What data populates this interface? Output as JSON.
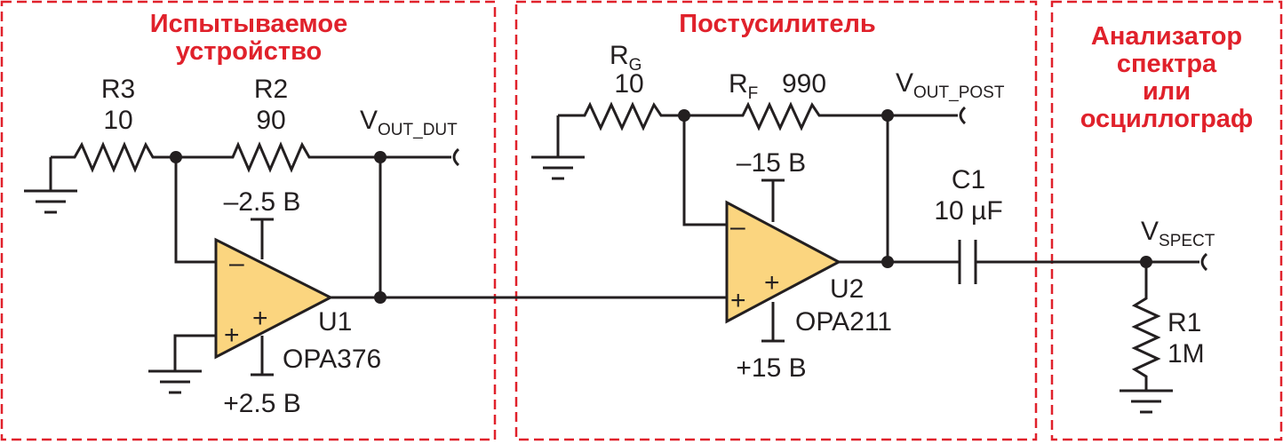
{
  "sections": {
    "dut": [
      "Испытываемое",
      "устройство"
    ],
    "post": [
      "Постусилитель"
    ],
    "analyzer": [
      "Анализатор",
      "спектра",
      "или",
      "осциллограф"
    ]
  },
  "dut": {
    "r3": {
      "name": "R3",
      "value": "10"
    },
    "r2": {
      "name": "R2",
      "value": "90"
    },
    "u1": {
      "name": "U1",
      "part": "OPA376",
      "vneg": "–2.5 В",
      "vpos": "+2.5 В"
    },
    "vout": {
      "main": "V",
      "sub": "OUT_DUT"
    }
  },
  "post": {
    "rg": {
      "main": "R",
      "sub": "G",
      "value": "10"
    },
    "rf": {
      "main": "R",
      "sub": "F",
      "value": "990"
    },
    "u2": {
      "name": "U2",
      "part": "OPA211",
      "vneg": "–15 В",
      "vpos": "+15 В"
    },
    "vout": {
      "main": "V",
      "sub": "OUT_POST"
    },
    "c1": {
      "name": "C1",
      "value": "10 µF"
    }
  },
  "analyzer": {
    "r1": {
      "name": "R1",
      "value": "1M"
    },
    "vspect": {
      "main": "V",
      "sub": "SPECT"
    }
  },
  "amp_signs": {
    "minus": "–",
    "plus": "+"
  },
  "colors": {
    "section": "#e0212b",
    "amplifier_fill": "#fbd57f",
    "wire": "#231f20"
  }
}
